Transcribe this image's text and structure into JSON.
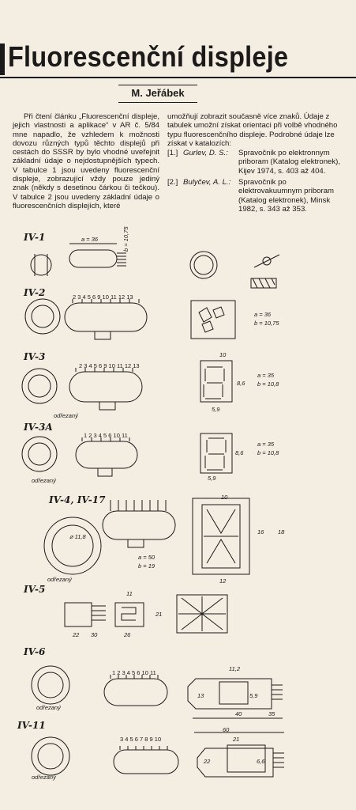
{
  "article": {
    "title": "Fluorescenční displeje",
    "author": "M. Jeřábek",
    "body_left": "Při čtení článku „Fluorescenční displeje, jejich vlastnosti a aplikace“ v AR č. 5/84 mne napadlo, že vzhledem k možnosti dovozu různých typů těchto displejů při cestách do SSSR by bylo vhodné uveřejnit základní údaje o nejdostupnějších typech. V tabulce 1 jsou uvedeny fluorescenční displeje, zobrazující vždy pouze jediný znak (někdy s desetinou čárkou či tečkou). V tabulce 2 jsou uvedeny základní údaje o fluorescenčních displejích, které",
    "body_right": "umožňují zobrazit současně více znaků. Údaje z tabulek umožní získat orientaci při volbě vhodného typu fluorescenčního displeje. Podrobné údaje lze získat v katalozích:",
    "references": [
      {
        "num": "[1.]",
        "author": "Gurlev, D. S.:",
        "text": "Spravočnik po elektronnym priboram (Katalog elektronek), Kijev 1974, s. 403 až 404."
      },
      {
        "num": "[2.]",
        "author": "Bulyčev, A. L.:",
        "text": "Spravočnik po elektrovakuumnym priboram (Katalog elektronek), Minsk 1982, s. 343 až 353."
      }
    ]
  },
  "figures": {
    "types": [
      "IV-1",
      "IV-2",
      "IV-3",
      "IV-3A",
      "IV-4, IV-17",
      "IV-5",
      "IV-6",
      "IV-11"
    ],
    "dims": {
      "iv1_a": "a = 36",
      "iv1_b": "b = 10,75",
      "iv2_a": "a = 36",
      "iv2_b": "b = 10,75",
      "iv3_a": "a = 35",
      "iv3_b": "b = 10,8",
      "iv3a_a": "a = 35",
      "iv3a_b": "b = 10,8",
      "iv4_a": "a = 50",
      "iv4_b": "b = 19",
      "iv3_w": "5,9",
      "iv3_h": "8,6",
      "iv3_t": "10",
      "iv3a_w": "5,9",
      "iv3a_h": "8,6",
      "iv4_w": "12",
      "iv4_t": "10",
      "iv4_h1": "16",
      "iv4_h2": "18",
      "iv5_w1": "22",
      "iv5_w2": "30",
      "iv5_w3": "26",
      "iv5_h1": "11",
      "iv5_h2": "21",
      "iv6_w": "40",
      "iv6_l": "35",
      "iv6_t": "11,2",
      "iv6_h": "13",
      "iv6_d": "5,9",
      "iv11_w": "60",
      "iv11_t": "21",
      "iv11_h": "22",
      "iv11_d": "6,6"
    },
    "pins": {
      "iv2": "2 3 4 5 6 9 10 11 12 13",
      "iv3": "2 3 4 5 6 9 10 11 12 13",
      "iv3a": "1 2 3 4 5 6 10 11",
      "iv6": "1 2 3 4 5 6 10 11",
      "iv11": "3 4 5 6 7 8 9 10"
    },
    "cut_label": "odřezaný",
    "note_phi": "⌀ 11,8"
  }
}
